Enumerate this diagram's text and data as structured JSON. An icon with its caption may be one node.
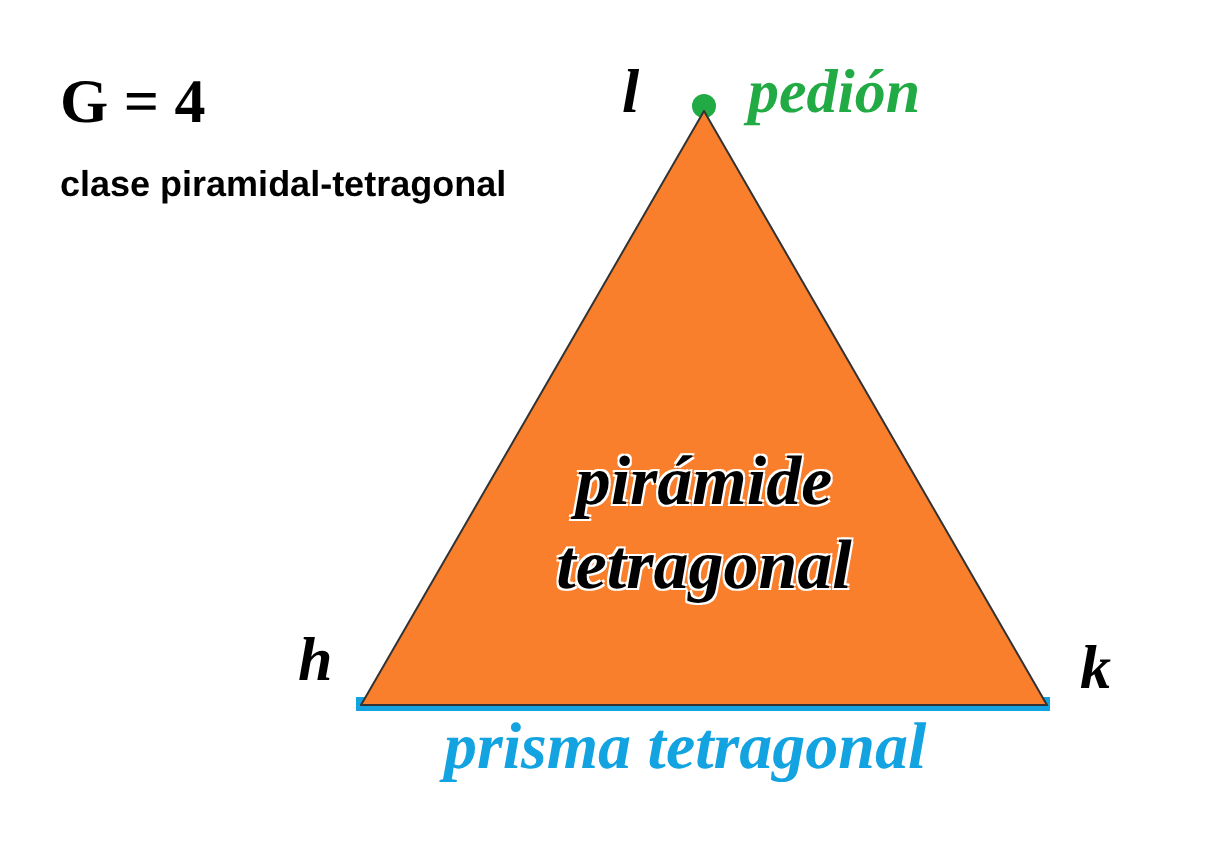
{
  "diagram": {
    "title": "G = 4",
    "nodes": [
      {
        "text": [
          "pirámide tetragonal"
        ]
      }
    ],
    "labels": [
      "clase piramidal-tetragonal",
      "l",
      "pedión",
      "h",
      "k",
      "prisma tetragonal"
    ]
  }
}
